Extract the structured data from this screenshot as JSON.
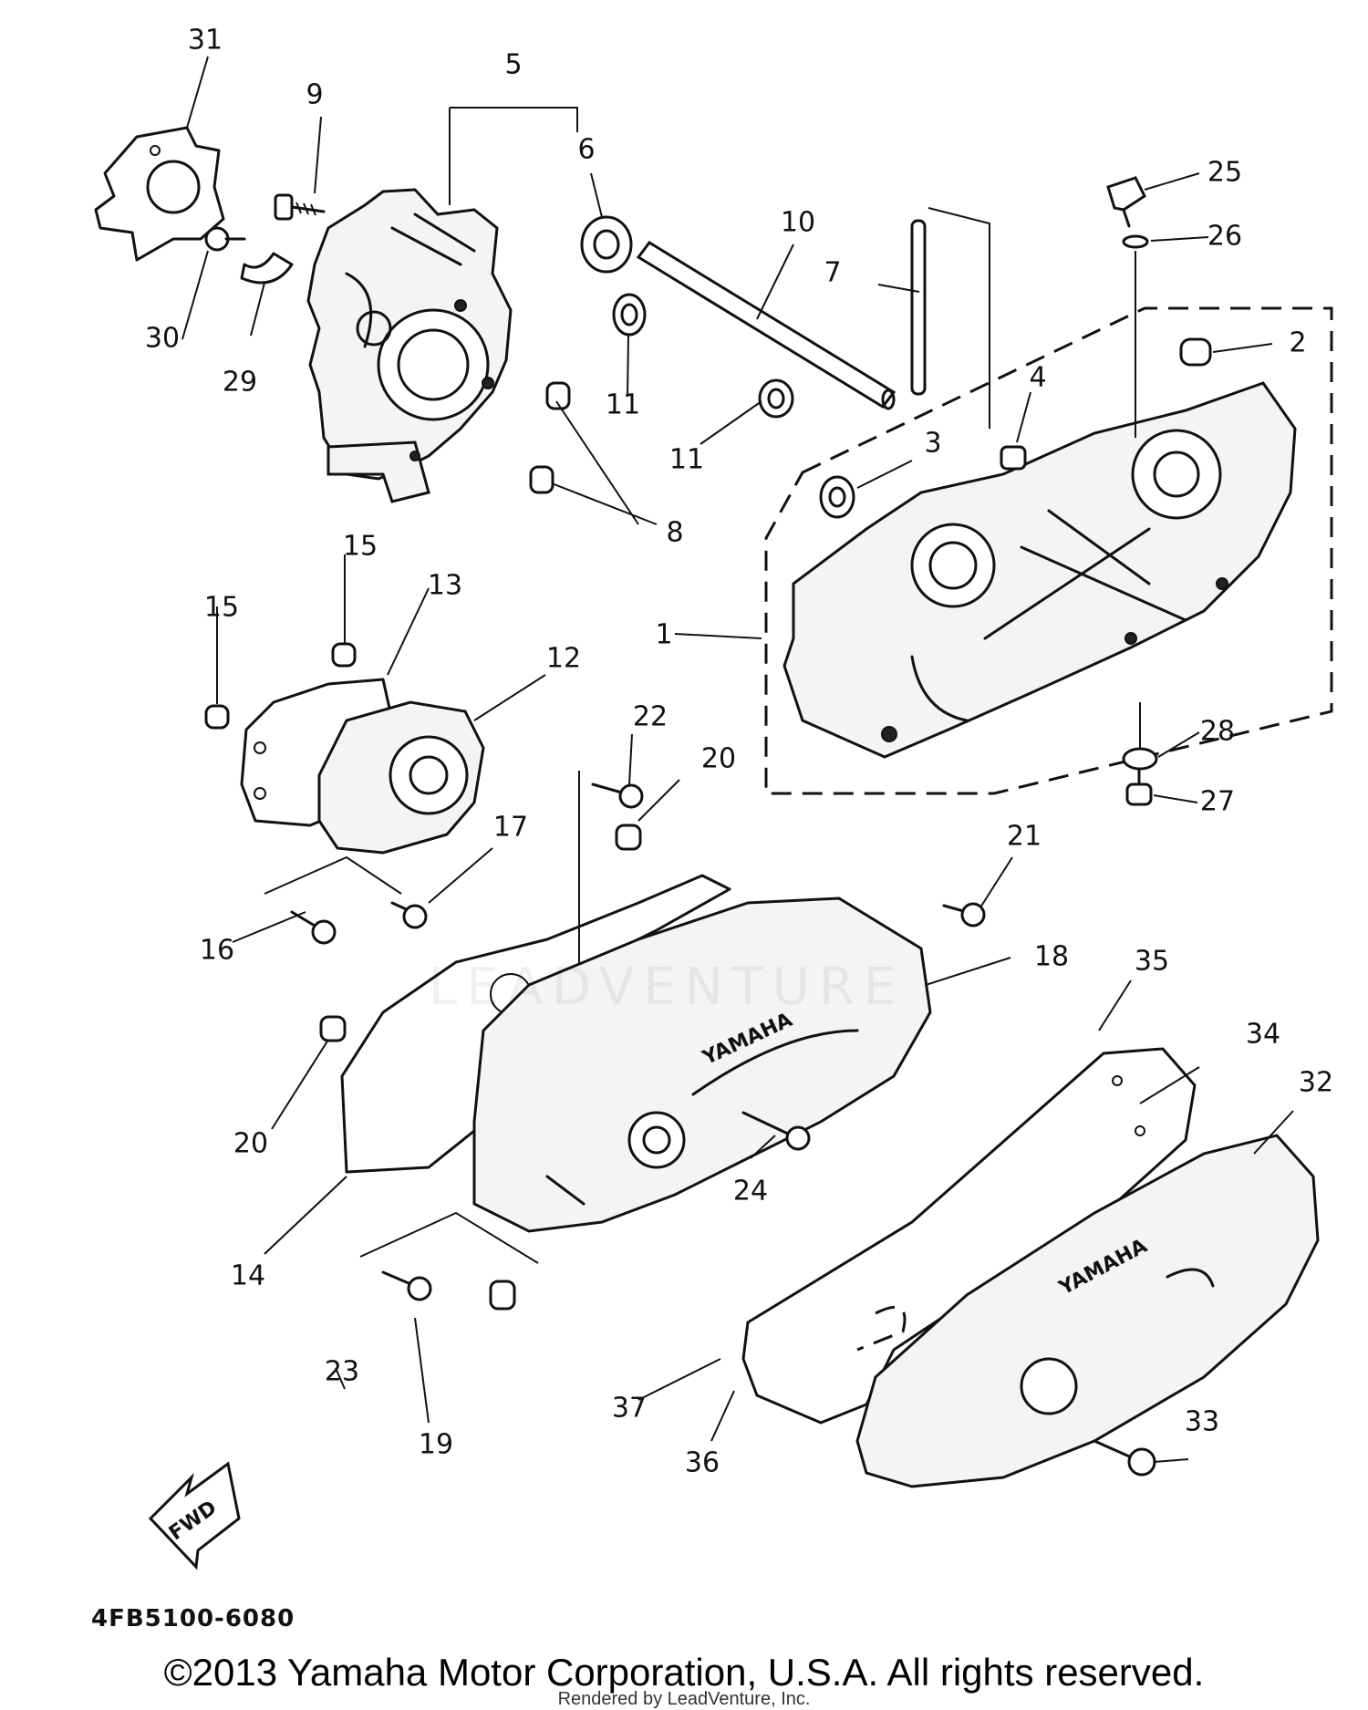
{
  "diagram": {
    "code": "4FB5100-6080",
    "copyright": "©2013 Yamaha Motor Corporation, U.S.A. All rights reserved.",
    "rendered_by": "Rendered by LeadVenture, Inc.",
    "watermark": "LEADVENTURE",
    "fwd_label": "FWD",
    "brand_mark": "YAMAHA"
  },
  "callouts": {
    "p1": "1",
    "p2": "2",
    "p3": "3",
    "p4": "4",
    "p5": "5",
    "p6": "6",
    "p7": "7",
    "p8": "8",
    "p9": "9",
    "p10": "10",
    "p11a": "11",
    "p11b": "11",
    "p12": "12",
    "p13": "13",
    "p14": "14",
    "p15a": "15",
    "p15b": "15",
    "p16": "16",
    "p17": "17",
    "p18": "18",
    "p19": "19",
    "p20a": "20",
    "p20b": "20",
    "p21": "21",
    "p22": "22",
    "p23": "23",
    "p24": "24",
    "p25": "25",
    "p26": "26",
    "p27": "27",
    "p28": "28",
    "p29": "29",
    "p30": "30",
    "p31": "31",
    "p32": "32",
    "p33": "33",
    "p34": "34",
    "p35": "35",
    "p36": "36",
    "p37": "37"
  }
}
